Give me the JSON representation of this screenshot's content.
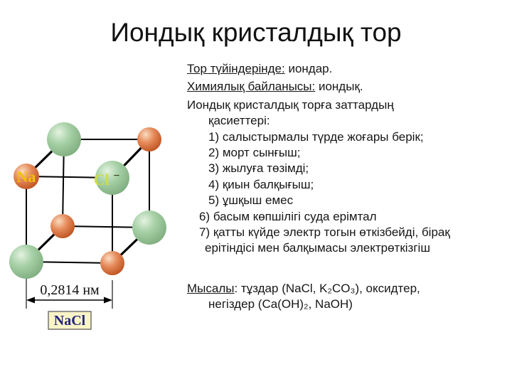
{
  "title": "Иондық кристалдық тор",
  "body": {
    "nodes_label": "Тор түйіндерінде:",
    "nodes_value": " иондар.",
    "bond_label": "Химиялық байланысы:",
    "bond_value": " иондық.",
    "properties_intro_line1": "Иондық кристалдық торға заттардың",
    "properties_intro_line2": "қасиеттері:",
    "properties": [
      "1) салыстырмалы түрде жоғары берік;",
      "2) морт сынғыш;",
      "3) жылуға төзімді;",
      "4) қиын балқығыш;",
      "5) ұшқыш емес"
    ],
    "property6": "6) басым көпшілігі суда ерімтал",
    "property7_line1": "7) қатты күйде электр тогын өткізбейді, бірақ",
    "property7_line2": "ерітіндісі мен балқымасы электрөткізгіш",
    "example_label": "Мысалы",
    "example_line1": ": тұздар (NaCl, K₂CO₃), оксидтер,",
    "example_line2": "негіздер (Ca(OH)₂, NaOH)"
  },
  "diagram": {
    "na_label": "Na",
    "cl_label": "Cl",
    "cl_superscript": "−",
    "dimension_label": "0,2814 нм",
    "caption": "NaCl",
    "colors": {
      "chloride_green": "#a6d0a6",
      "sodium_orange": "#e68c5c",
      "na_text": "#f2c200",
      "cl_text": "#cede44",
      "caption_text": "#24247e",
      "caption_bg": "#f8f4c6"
    }
  }
}
